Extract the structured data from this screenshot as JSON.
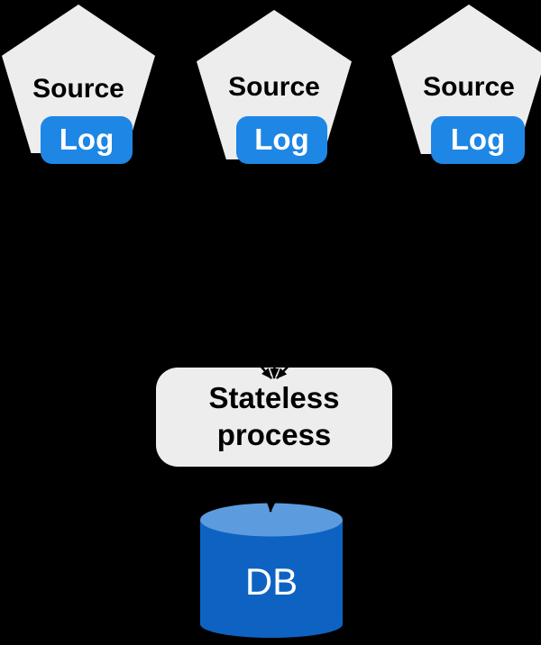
{
  "sources": [
    {
      "label": "Source",
      "badge_label": "Log"
    },
    {
      "label": "Source",
      "badge_label": "Log"
    },
    {
      "label": "Source",
      "badge_label": "Log"
    }
  ],
  "process": {
    "label": "Stateless process"
  },
  "database": {
    "label": "DB"
  },
  "colors": {
    "background": "#000000",
    "node_fill": "#ededed",
    "badge_blue": "#1e86e5",
    "db_body": "#0e63c2",
    "db_top": "#5c9cde",
    "arrow": "#000000",
    "text_dark": "#000000",
    "text_light": "#ffffff"
  }
}
